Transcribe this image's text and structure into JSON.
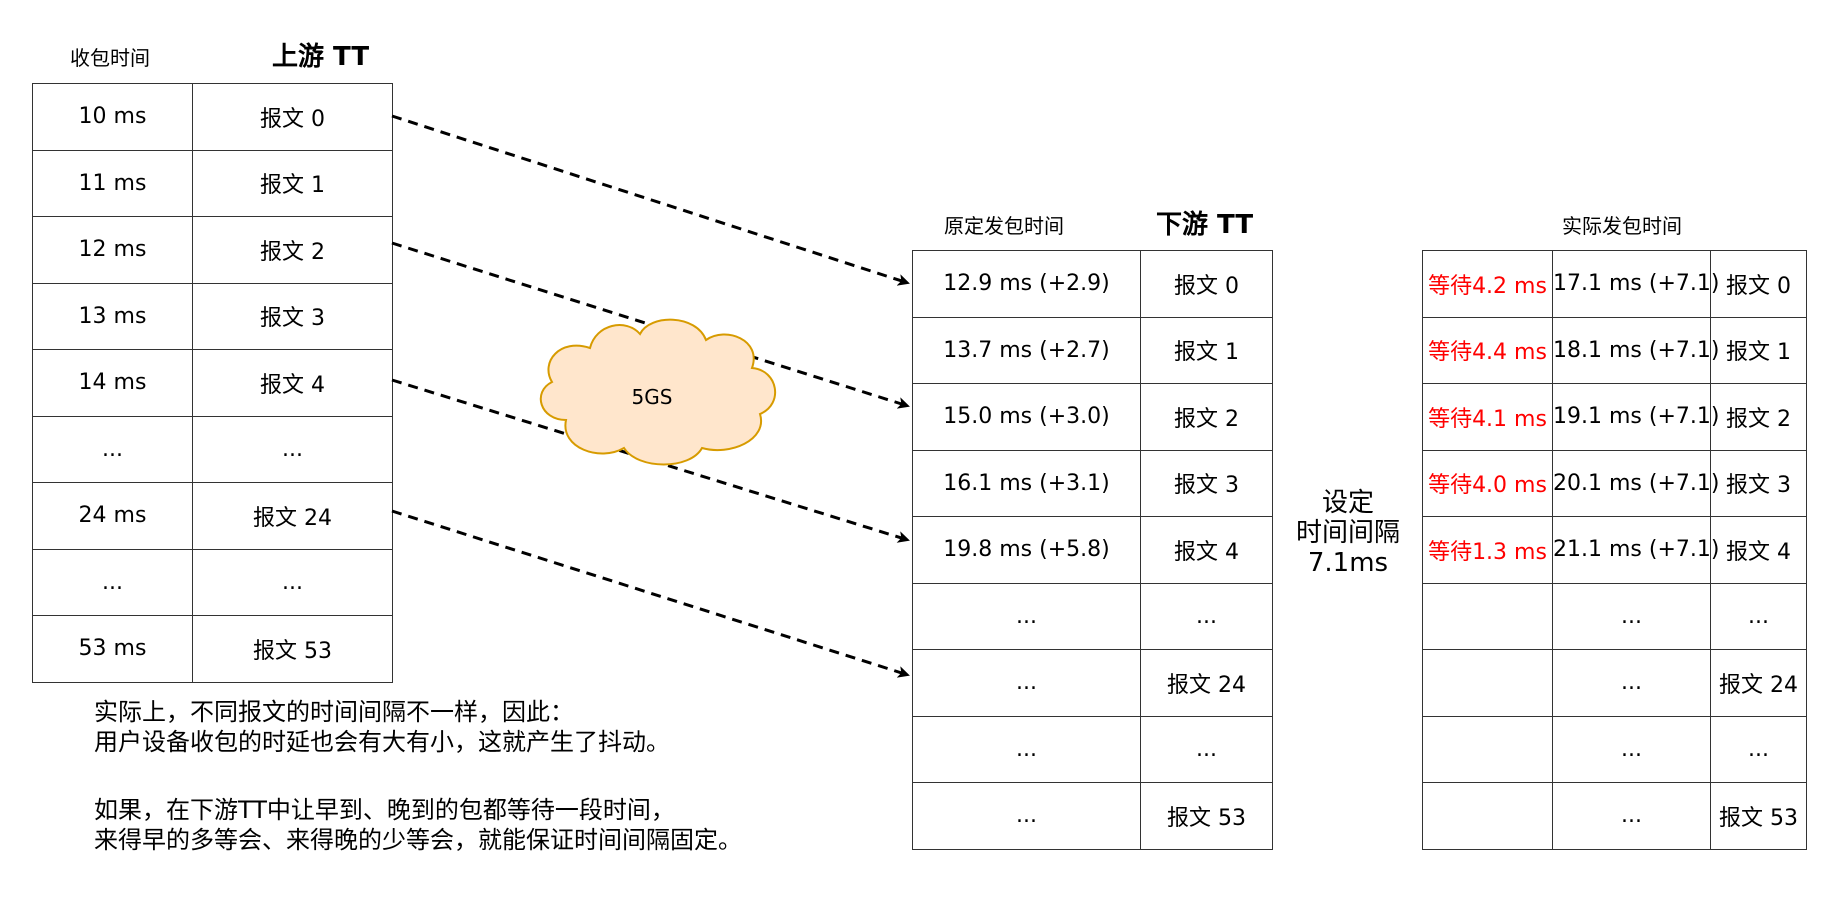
{
  "upstream": {
    "col_label": "收包时间",
    "title": "上游 TT",
    "rows": [
      {
        "time": "10 ms",
        "msg": "报文 0"
      },
      {
        "time": "11 ms",
        "msg": "报文 1"
      },
      {
        "time": "12 ms",
        "msg": "报文 2"
      },
      {
        "time": "13 ms",
        "msg": "报文 3"
      },
      {
        "time": "14 ms",
        "msg": "报文 4"
      },
      {
        "time": "...",
        "msg": "..."
      },
      {
        "time": "24 ms",
        "msg": "报文 24"
      },
      {
        "time": "...",
        "msg": "..."
      },
      {
        "time": "53 ms",
        "msg": "报文 53"
      }
    ]
  },
  "downstream": {
    "col_label": "原定发包时间",
    "title": "下游 TT",
    "rows": [
      {
        "time": "12.9 ms (+2.9)",
        "msg": "报文 0"
      },
      {
        "time": "13.7 ms (+2.7)",
        "msg": "报文 1"
      },
      {
        "time": "15.0 ms (+3.0)",
        "msg": "报文 2"
      },
      {
        "time": "16.1 ms (+3.1)",
        "msg": "报文 3"
      },
      {
        "time": "19.8 ms (+5.8)",
        "msg": "报文 4"
      },
      {
        "time": "...",
        "msg": "..."
      },
      {
        "time": "...",
        "msg": "报文 24"
      },
      {
        "time": "...",
        "msg": "..."
      },
      {
        "time": "...",
        "msg": "报文 53"
      }
    ]
  },
  "actual": {
    "col_label": "实际发包时间",
    "rows": [
      {
        "wait": "等待4.2 ms",
        "time": "17.1 ms (+7.1)",
        "msg": "报文 0"
      },
      {
        "wait": "等待4.4 ms",
        "time": "18.1 ms (+7.1)",
        "msg": "报文 1"
      },
      {
        "wait": "等待4.1 ms",
        "time": "19.1 ms (+7.1)",
        "msg": "报文 2"
      },
      {
        "wait": "等待4.0 ms",
        "time": "20.1 ms (+7.1)",
        "msg": "报文 3"
      },
      {
        "wait": "等待1.3 ms",
        "time": "21.1 ms (+7.1)",
        "msg": "报文 4"
      },
      {
        "wait": "",
        "time": "...",
        "msg": "..."
      },
      {
        "wait": "",
        "time": "...",
        "msg": "报文 24"
      },
      {
        "wait": "",
        "time": "...",
        "msg": "..."
      },
      {
        "wait": "",
        "time": "...",
        "msg": "报文 53"
      }
    ]
  },
  "interval_note": {
    "line1": "设定",
    "line2": "时间间隔",
    "line3": "7.1ms"
  },
  "cloud": {
    "label": "5GS",
    "fill": "#ffe6cc",
    "stroke": "#d79b00"
  },
  "explanation": {
    "line1": "实际上，不同报文的时间间隔不一样，因此：",
    "line2": "用户设备收包的时延也会有大有小，这就产生了抖动。",
    "line3": "如果，在下游TT中让早到、晚到的包都等待一段时间，",
    "line4": "来得早的多等会、来得晚的少等会，就能保证时间间隔固定。"
  },
  "colors": {
    "wait_text": "#ff0000",
    "border": "#333333",
    "arrow": "#000000"
  }
}
